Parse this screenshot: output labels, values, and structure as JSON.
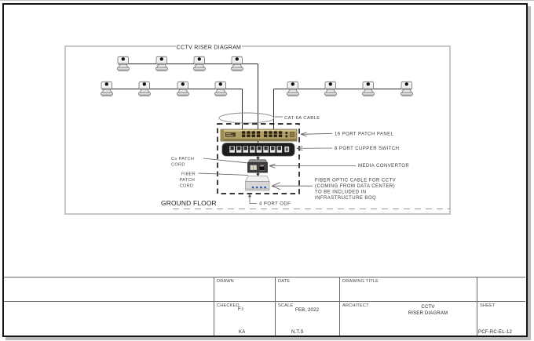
{
  "diagram": {
    "title": "CCTV RISER DIAGRAM",
    "ground_floor_label": "GROUND FLOOR",
    "cable_label": "CAT-6A CABLE",
    "equipment_labels": {
      "patch_panel": "16 PORT PATCH PANEL",
      "copper_switch": "8 PORT CUPPER SWITCH",
      "media_convertor": "MEDIA CONVERTOR",
      "odf": "4 PORT ODF"
    },
    "fiber_note": [
      "FIBER OPTIC CABLE FOR CCTV",
      "(COMING FROM DATA CENTER)",
      "TO BE INCLUDED IN",
      "INFRASTRUCTURE BOQ"
    ],
    "cu_patch_cord": [
      "Cu PATCH",
      "CORD"
    ],
    "fiber_patch_cord": [
      "FIBER",
      "PATCH",
      "CORD"
    ],
    "camera_count": 12,
    "camera_rows": [
      {
        "name": "row-top",
        "line_y": 80.5,
        "drop_x": 328.5,
        "camera_x": [
          157,
          206,
          254,
          302
        ]
      },
      {
        "name": "row-left",
        "line_y": 112.5,
        "drop_x": 308.5,
        "camera_x": [
          136,
          184,
          233,
          281
        ]
      },
      {
        "name": "row-right",
        "line_y": 112.5,
        "drop_x": 348.5,
        "camera_x": [
          373,
          421,
          469,
          518
        ]
      }
    ]
  },
  "title_block": {
    "drawn_label": "DRAWN",
    "drawn_value": "KA",
    "date_label": "DATE",
    "date_value": "FEB, 2022",
    "checked_label": "CHECKED",
    "checked_value": "F.I",
    "scale_label": "SCALE",
    "scale_value": "N.T.S",
    "drawing_title_label": "DRAWING TITLE",
    "architect_label": "ARCHITECT",
    "drawing_title_value": [
      "CCTV",
      "RISER DIAGRAM"
    ],
    "sheet_label": "SHEET",
    "sheet_value": "PCF-RC-EL-12"
  }
}
